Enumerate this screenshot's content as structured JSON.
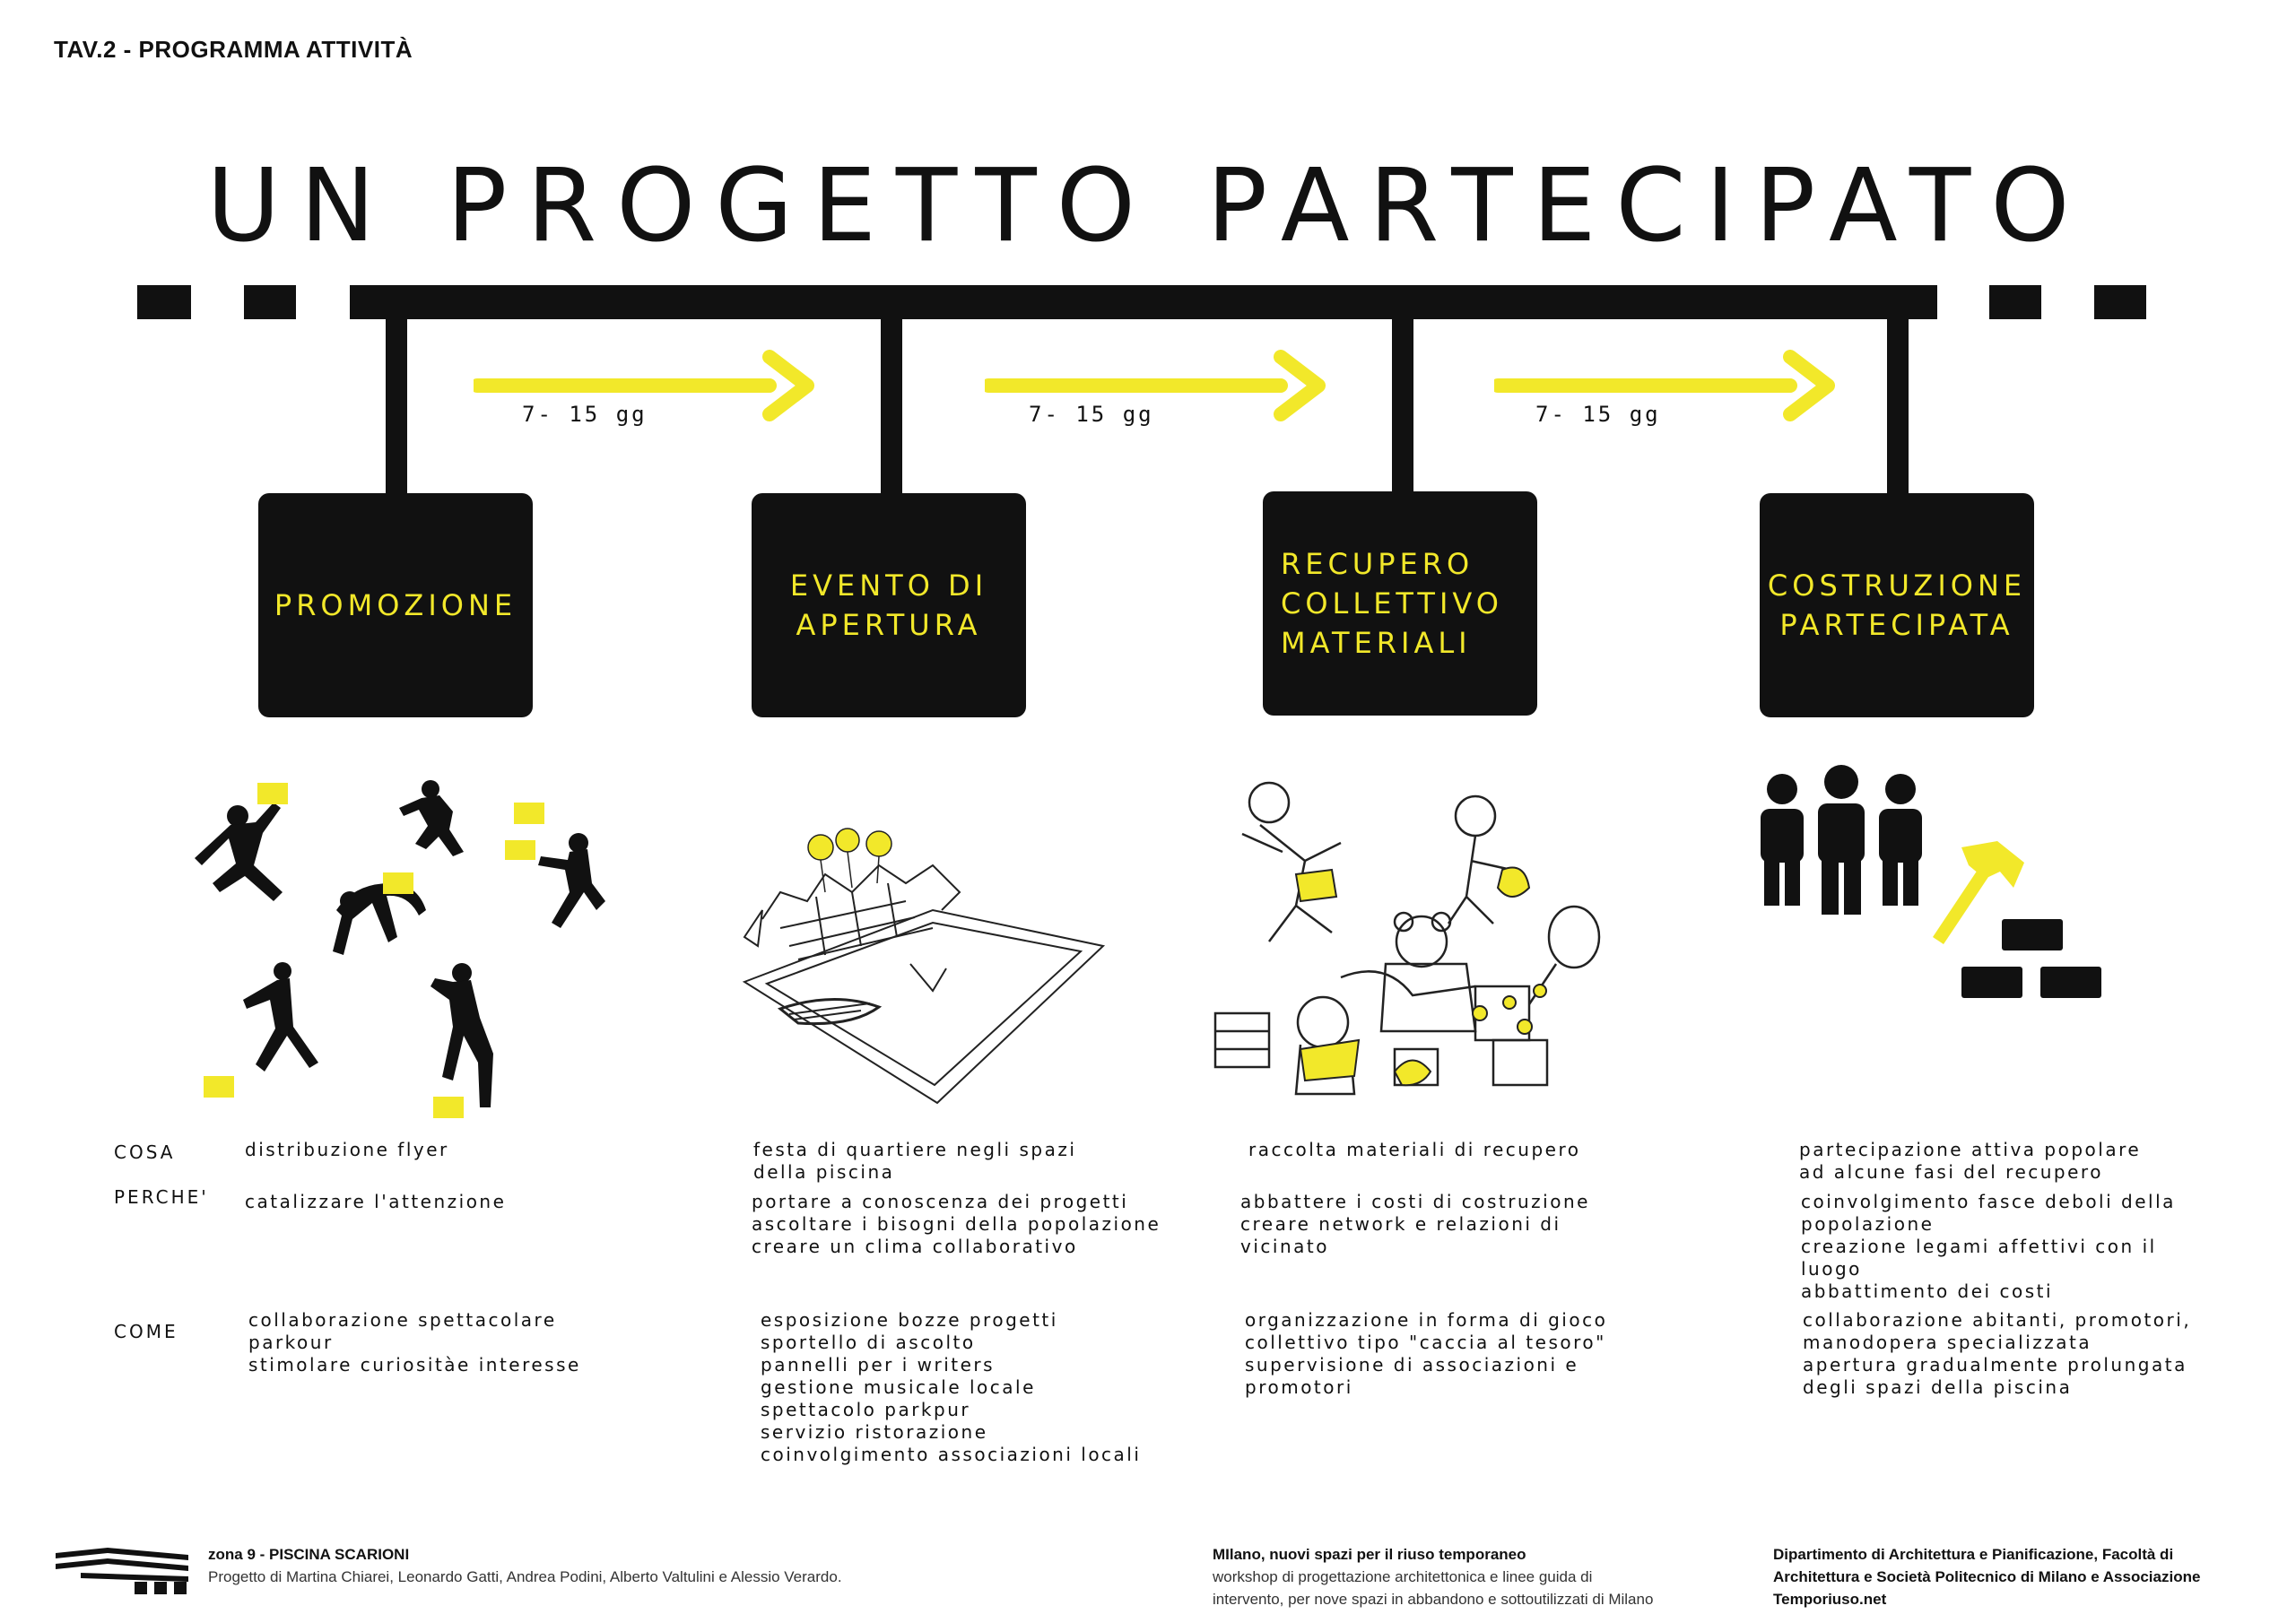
{
  "header": {
    "tav": "TAV.2 - PROGRAMMA ATTIVITÀ"
  },
  "title": "UN PROGETTO PARTECIPATO",
  "colors": {
    "accent": "#f2e82a",
    "dark": "#111111"
  },
  "stages": [
    {
      "label": "PROMOZIONE"
    },
    {
      "label": "EVENTO DI\n APERTURA"
    },
    {
      "label": "RECUPERO\nCOLLETTIVO\nMATERIALI"
    },
    {
      "label": "COSTRUZIONE\nPARTECIPATA"
    }
  ],
  "durations": [
    "7- 15 gg",
    "7- 15 gg",
    "7- 15 gg"
  ],
  "rows": {
    "cosa": "COSA",
    "perche": "PERCHE'",
    "come": "COME"
  },
  "details": [
    {
      "cosa": [
        "distribuzione flyer"
      ],
      "perche": [
        "catalizzare l'attenzione"
      ],
      "come": [
        "collaborazione spettacolare",
        "parkour",
        "stimolare curiositàe interesse"
      ]
    },
    {
      "cosa": [
        "festa di quartiere negli spazi",
        "della piscina"
      ],
      "perche": [
        "portare a conoscenza dei progetti",
        "ascoltare i bisogni della popolazione",
        "creare un clima collaborativo"
      ],
      "come": [
        "esposizione bozze progetti",
        "sportello di ascolto",
        "pannelli per i writers",
        "gestione musicale locale",
        "spettacolo parkpur",
        "servizio ristorazione",
        "coinvolgimento associazioni locali"
      ]
    },
    {
      "cosa": [
        "raccolta materiali di recupero"
      ],
      "perche": [
        "abbattere i costi di costruzione",
        "creare network e relazioni di",
        "vicinato"
      ],
      "come": [
        "organizzazione in forma di gioco",
        "collettivo tipo \"caccia al tesoro\"",
        "supervisione di associazioni e",
        "promotori"
      ]
    },
    {
      "cosa": [
        "partecipazione attiva popolare",
        "ad alcune fasi del recupero"
      ],
      "perche": [
        "coinvolgimento fasce deboli della",
        "popolazione",
        "creazione legami affettivi con il",
        "luogo",
        "abbattimento dei costi"
      ],
      "come": [
        "collaborazione abitanti, promotori,",
        "manodopera specializzata",
        "apertura gradualmente prolungata",
        "degli spazi della piscina"
      ]
    }
  ],
  "footer": {
    "zone_title": "zona 9 - PISCINA SCARIONI",
    "authors": "Progetto di Martina Chiarei, Leonardo Gatti, Andrea Podini, Alberto Valtulini e Alessio Verardo.",
    "workshop_title": "MIlano, nuovi spazi per il riuso temporaneo",
    "workshop_line1": "workshop di progettazione architettonica e linee guida di",
    "workshop_line2": "intervento, per nove spazi in abbandono e sottoutilizzati di Milano",
    "dept_line1": "Dipartimento di Architettura e Pianificazione, Facoltà di",
    "dept_line2": "Architettura e Società Politecnico di Milano e Associazione",
    "dept_line3": "Temporiuso.net"
  },
  "icons": [
    "parkour-silhouettes-illustration",
    "pool-party-sketch-illustration",
    "materials-collection-cartoon-illustration",
    "people-hammer-bricks-icon"
  ]
}
